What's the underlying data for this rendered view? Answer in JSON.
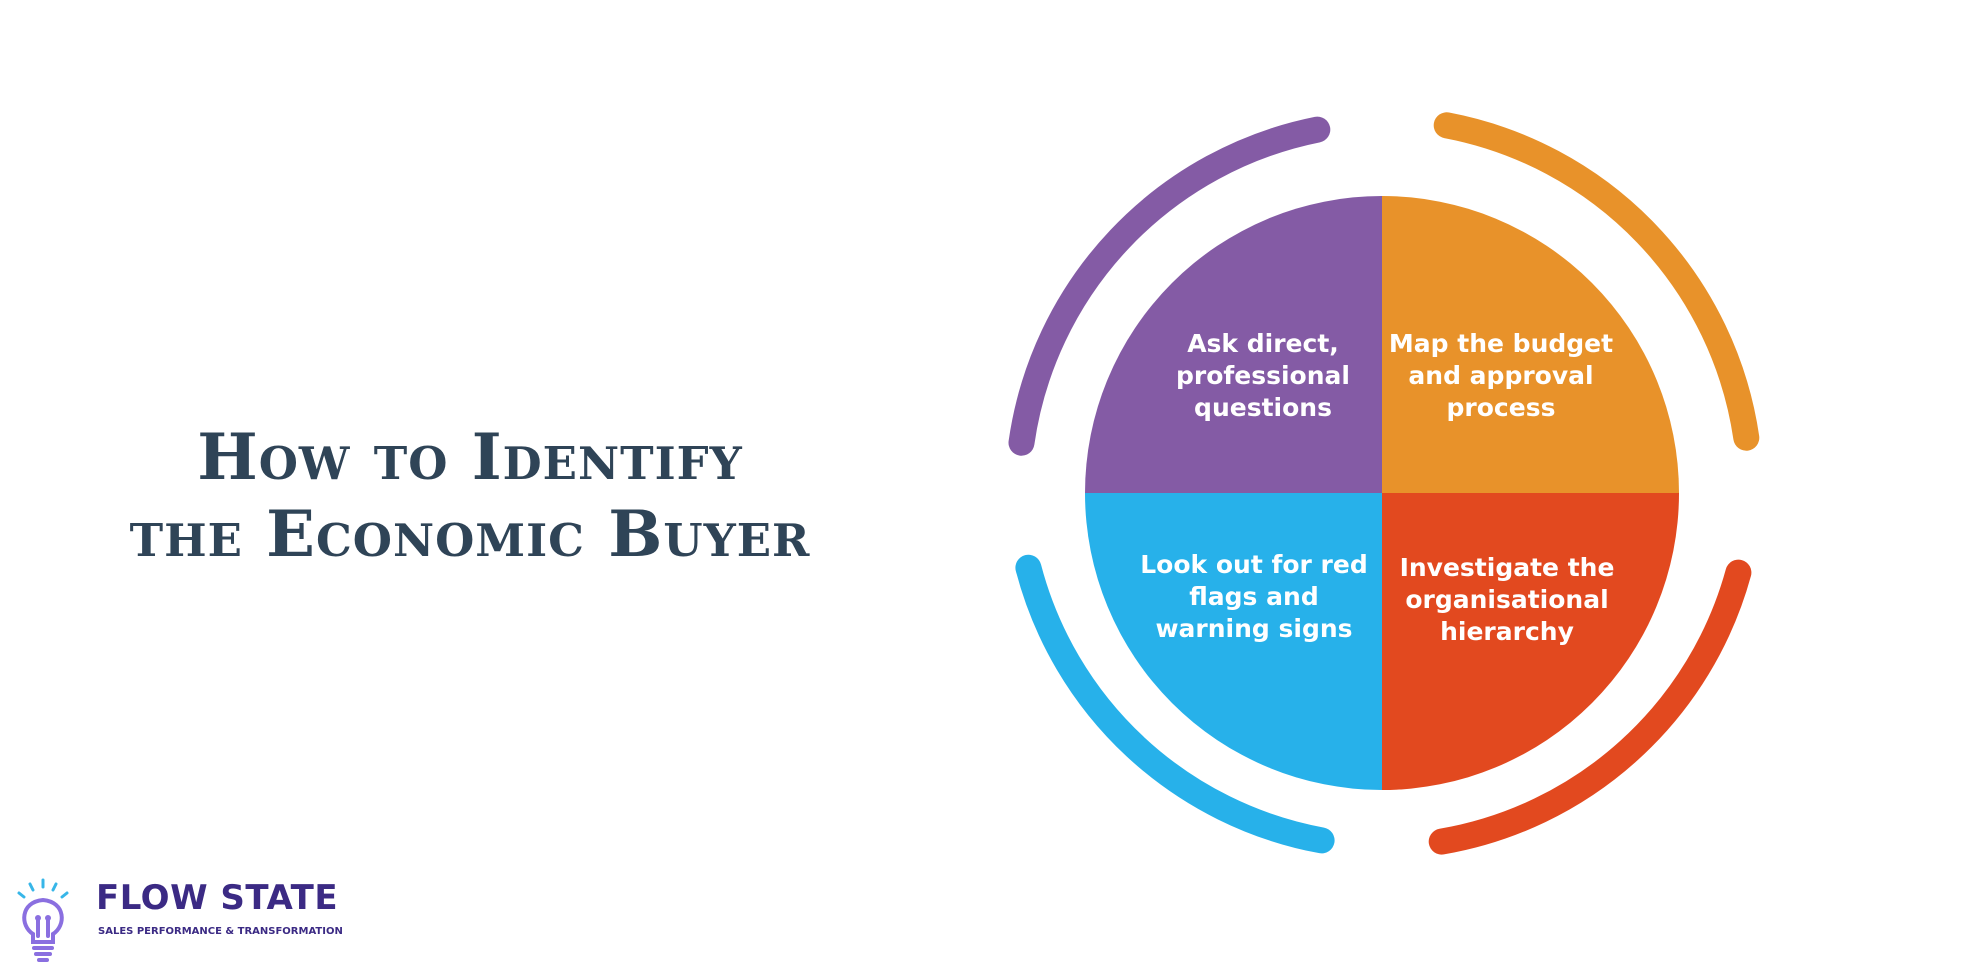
{
  "title": {
    "line1": "How to Identify",
    "line2": "the Economic Buyer"
  },
  "diagram": {
    "quadrants": [
      {
        "position": "top-left",
        "label_lines": [
          "Ask direct,",
          "professional",
          "questions"
        ],
        "color": "#845ba5"
      },
      {
        "position": "top-right",
        "label_lines": [
          "Map the budget",
          "and approval",
          "process"
        ],
        "color": "#e8922a"
      },
      {
        "position": "bottom-left",
        "label_lines": [
          "Look out for red",
          "flags and",
          "warning signs"
        ],
        "color": "#27b1ea"
      },
      {
        "position": "bottom-right",
        "label_lines": [
          "Investigate the",
          "organisational",
          "hierarchy"
        ],
        "color": "#e2491f"
      }
    ]
  },
  "logo": {
    "name": "FLOW STATE",
    "tagline": "SALES PERFORMANCE & TRANSFORMATION",
    "icon": "lightbulb-icon",
    "color": "#3b2a84",
    "icon_color": "#8a6fe0",
    "ray_color": "#37b6e8"
  }
}
